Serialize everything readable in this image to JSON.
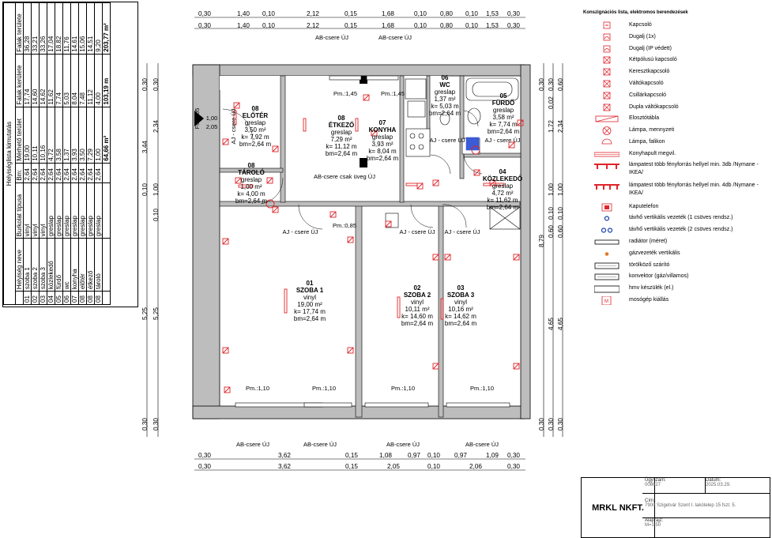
{
  "room_table": {
    "title": "Helyiséglista  kimutatás",
    "headers": [
      "",
      "Helyiség neve",
      "Burkolat típusa",
      "Bm:",
      "Mérhető terület",
      "Falak kerülete",
      "Falak területe"
    ],
    "rows": [
      [
        "01",
        "szoba 1",
        "vinyl",
        "2,64",
        "19,00",
        "17,74",
        "36,28"
      ],
      [
        "02",
        "szoba 2",
        "vinyl",
        "2,64",
        "10,11",
        "14,60",
        "33,21"
      ],
      [
        "03",
        "szoba 3",
        "vinyl",
        "2,64",
        "10,16",
        "14,62",
        "33,26"
      ],
      [
        "04",
        "közlekedő",
        "greslap",
        "2,64",
        "4,72",
        "11,62",
        "17,04"
      ],
      [
        "05",
        "fürdő",
        "greslap",
        "2,64",
        "3,58",
        "7,74",
        "18,82"
      ],
      [
        "06",
        "wc",
        "greslap",
        "2,64",
        "1,37",
        "5,03",
        "11,76"
      ],
      [
        "07",
        "konyha",
        "greslap",
        "2,64",
        "3,93",
        "8,04",
        "14,61"
      ],
      [
        "08",
        "előtér",
        "greslap",
        "2,64",
        "3,50",
        "7,48",
        "15,06"
      ],
      [
        "08",
        "étkező",
        "greslap",
        "2,64",
        "7,29",
        "11,12",
        "14,51"
      ],
      [
        "08",
        "tároló",
        "greslap",
        "2,64",
        "1,00",
        "4,00",
        "9,20"
      ]
    ],
    "totals": [
      "",
      "",
      "",
      "",
      "64,66 m²",
      "103,19 m",
      "203,77 m²"
    ]
  },
  "dims_top_1": [
    "0,30",
    "1,40",
    "0,10",
    "2,12",
    "0,15",
    "1,68",
    "0,10",
    "0,80",
    "0,10",
    "1,53",
    "0,30"
  ],
  "dims_top_2": [
    "0,30",
    "1,40",
    "0,10",
    "2,12",
    "0,15",
    "1,68",
    "0,10",
    "0,80",
    "0,10",
    "1,53",
    "0,30"
  ],
  "dims_bottom_1": [
    "0,30",
    "3,62",
    "0,15",
    "1,08",
    "0,97",
    "0,10",
    "0,97",
    "1,09",
    "0,30"
  ],
  "dims_bottom_2": [
    "0,30",
    "3,62",
    "0,15",
    "2,05",
    "0,10",
    "2,06",
    "0,30"
  ],
  "dims_left_outer": [
    "0,30",
    "3,44",
    "0,10",
    "5,25",
    "0,30"
  ],
  "dims_left_inner": [
    "0,30",
    "2,34",
    "1,00",
    "0,10",
    "5,25",
    "0,30"
  ],
  "dims_right_outer": [
    "0,30",
    "8,79",
    "0,30"
  ],
  "dims_right_inner": [
    "0,30",
    "0,02",
    "1,72",
    "1,00",
    "0,10",
    "0,60",
    "4,65",
    "0,30"
  ],
  "dims_right_inner2": [
    "0,60",
    "2,34",
    "1,00",
    "0,10",
    "0,60",
    "4,65",
    "0,30"
  ],
  "door_notes": {
    "top1": "AB-csere ÚJ",
    "top2": "AB-csere ÚJ",
    "mid": "AB-csere csak üveg ÚJ",
    "aj1": "AJ - csere ÚJ",
    "aj2": "AJ - csere ÚJ",
    "aj3": "AJ - csere ÚJ",
    "aj4": "AJ - csere ÚJ",
    "aj5": "AJ - csere ÚJ",
    "aj6": "AJ - csere ÚJ",
    "bot1": "AB-csere ÚJ",
    "bot2": "AB-csere ÚJ",
    "bot3": "AB-csere ÚJ",
    "bot4": "AB-csere ÚJ"
  },
  "rooms": {
    "eloter": {
      "num": "08",
      "name": "ELŐTÉR",
      "floor": "greslap",
      "area": "3,50 m²",
      "k": "k= 7,92 m",
      "bm": "bm=2,64 m"
    },
    "etkezo": {
      "num": "08",
      "name": "ÉTKEZŐ",
      "floor": "greslap",
      "area": "7,29 m²",
      "k": "k= 11,12 m",
      "bm": "bm=2,64 m"
    },
    "konyha": {
      "num": "07",
      "name": "KONYHA",
      "floor": "greslap",
      "area": "3,93 m²",
      "k": "k= 8,04 m",
      "bm": "bm=2,64 m"
    },
    "wc": {
      "num": "06",
      "name": "WC",
      "floor": "greslap",
      "area": "1,37 m²",
      "k": "k= 5,03 m",
      "bm": "bm=2,64 m"
    },
    "furdo": {
      "num": "05",
      "name": "FÜRDŐ",
      "floor": "greslap",
      "area": "3,58 m²",
      "k": "k= 7,74 m",
      "bm": "bm=2,64 m"
    },
    "kozlekedo": {
      "num": "04",
      "name": "KÖZLEKEDŐ",
      "floor": "greslap",
      "area": "4,72 m²",
      "k": "k= 11,62 m",
      "bm": "bm=2,64 m"
    },
    "tarolo": {
      "num": "08",
      "name": "TÁROLÓ",
      "floor": "greslap",
      "area": "1,00 m²",
      "k": "k= 4,00 m",
      "bm": "bm=2,64 m"
    },
    "szoba1": {
      "num": "01",
      "name": "SZOBA 1",
      "floor": "vinyl",
      "area": "19,00 m²",
      "k": "k= 17,74 m",
      "bm": "bm=2,64 m"
    },
    "szoba2": {
      "num": "02",
      "name": "SZOBA 2",
      "floor": "vinyl",
      "area": "10,11 m²",
      "k": "k= 14,60 m",
      "bm": "bm=2,64 m"
    },
    "szoba3": {
      "num": "03",
      "name": "SZOBA 3",
      "floor": "vinyl",
      "area": "10,16 m²",
      "k": "k= 14,62 m",
      "bm": "bm=2,64 m"
    }
  },
  "pm_labels": [
    "Pm.:1,45",
    "Pm.:1,45",
    "Pm.:0,85",
    "Pm.:1,10",
    "Pm.:1,10",
    "Pm.:1,10",
    "Pm.:1,10"
  ],
  "entry": {
    "label": "Fszt. 05",
    "w": "1,00",
    "h": "2,05"
  },
  "legend": {
    "title": "Konszignációs lista, elektromos berendezések",
    "items": [
      {
        "icon": "kapcsolo-icon",
        "label": "Kapcsoló"
      },
      {
        "icon": "dugalj-icon",
        "label": "Dugalj (1x)"
      },
      {
        "icon": "dugalj-ip-icon",
        "label": "Dugalj (IP védett)"
      },
      {
        "icon": "ketpolusu-kapcsolo-icon",
        "label": "Kétpólusú kapcsoló"
      },
      {
        "icon": "keresztkapcsolo-icon",
        "label": "Keresztkapcsoló"
      },
      {
        "icon": "valtokapcsolo-icon",
        "label": "Váltókapcsoló"
      },
      {
        "icon": "csillarkapcsolo-icon",
        "label": "Csillárkapcsoló"
      },
      {
        "icon": "dupla-valtokapcsolo-icon",
        "label": "Dupla váltókapcsoló"
      },
      {
        "icon": "elosztotabla-icon",
        "label": "Elosztótábla"
      },
      {
        "icon": "lampa-mennyezeti-icon",
        "label": "Lámpa, mennyzeti"
      },
      {
        "icon": "lampa-falikon-icon",
        "label": "Lámpa, falikon"
      },
      {
        "icon": "konyhapult-megvil-icon",
        "label": "Konyhapult megvil."
      },
      {
        "icon": "lampatest-3db-icon",
        "label": "lámpatest több fényforrás hellyel min. 3db /Nymane - IKEA/"
      },
      {
        "icon": "lampatest-4db-icon",
        "label": "lámpatest több fényforrás hellyel min. 4db /Nymane - IKEA/"
      },
      {
        "icon": "kaputelefon-icon",
        "label": "Kaputelefon"
      },
      {
        "icon": "tavho-1-icon",
        "label": "távhő vertikális vezeték (1 csöves rendsz.)"
      },
      {
        "icon": "tavho-2-icon",
        "label": "távhő vertikális vezeték (2 csöves rendsz.)"
      },
      {
        "icon": "radiator-icon",
        "label": "radiátor (méret)"
      },
      {
        "icon": "gazvezetek-icon",
        "label": "gázvezeték vertikális"
      },
      {
        "icon": "torolkozo-szarito-icon",
        "label": "törölköző szárító"
      },
      {
        "icon": "konvektor-icon",
        "label": "konvektor (gáz/villamos)"
      },
      {
        "icon": "hmv-keszulek-icon",
        "label": "hmv készülék (el.)"
      },
      {
        "icon": "mosogep-icon",
        "label": "mosógép kiállás"
      }
    ]
  },
  "title_block": {
    "company": "MRKL NKFT.",
    "ugyszam_label": "Ügyszám:",
    "ugyszam": "008627",
    "datum_label": "Dátum:",
    "datum": "2025.03.29.",
    "cim_label": "Cím:",
    "cim": "7900 Szigetvár Szent I. lakótelep 15 fszt. 5.",
    "alaprajz_label": "Alaprajz:",
    "alaprajz": "M=1:50"
  },
  "colors": {
    "symbol": "#e0242a",
    "wall": "#b9b9b9",
    "blue": "#1a3fb0"
  }
}
